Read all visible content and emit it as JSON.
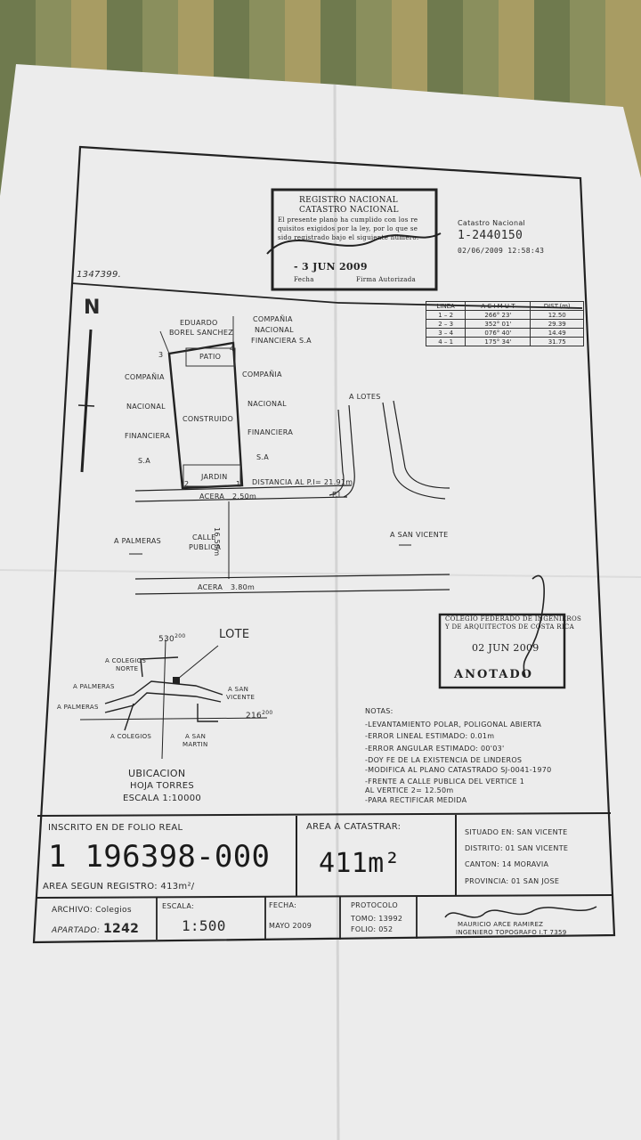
{
  "header": {
    "handwritten_number": "1347399.",
    "north_label": "N",
    "catastro_label": "Catastro Nacional",
    "catastro_number": "1-2440150",
    "catastro_datetime": "02/06/2009 12:58:43"
  },
  "registro_stamp": {
    "line1": "REGISTRO NACIONAL",
    "line2": "CATASTRO NACIONAL",
    "text1": "El presente plano ha cumplido con los re",
    "text2": "quisitos exigidos por la ley, por lo que se",
    "text3": "sido registrado bajo el siguiente número:",
    "date": "- 3 JUN 2009",
    "fecha_label": "Fecha",
    "firma_label": "Firma Autorizada"
  },
  "lines_table": {
    "headers": [
      "LINEA",
      "A C I M U T",
      "DIST.(m)"
    ],
    "rows": [
      [
        "1 – 2",
        "266° 23'",
        "12.50"
      ],
      [
        "2 – 3",
        "352° 01'",
        "29.39"
      ],
      [
        "3 – 4",
        "076° 40'",
        "14.49"
      ],
      [
        "4 – 1",
        "175° 34'",
        "31.75"
      ]
    ]
  },
  "plan": {
    "owner_top_1": "EDUARDO",
    "owner_top_2": "BOREL SANCHEZ",
    "cia_top_1": "COMPAÑIA",
    "cia_top_2": "NACIONAL",
    "cia_top_3": "FINANCIERA S.A",
    "left_1": "COMPAÑIA",
    "left_2": "NACIONAL",
    "left_3": "FINANCIERA",
    "left_4": "S.A",
    "right_1": "COMPAÑIA",
    "right_2": "NACIONAL",
    "right_3": "FINANCIERA",
    "right_4": "S.A",
    "patio": "PATIO",
    "construido": "CONSTRUIDO",
    "jardin": "JARDIN",
    "v1": "1",
    "v2": "2",
    "v3": "3",
    "v4": "4",
    "distancia": "DISTANCIA AL P.I= 21.91m",
    "a_lotes": "A LOTES",
    "pi": "P.I",
    "acera_top": "ACERA",
    "acera_top_w": "2.50m",
    "a_palmeras": "A PALMERAS",
    "calle": "CALLE",
    "publica": "PUBLICA",
    "calle_w": "16.50m",
    "a_san_vicente": "A SAN VICENTE",
    "acera_bot": "ACERA",
    "acera_bot_w": "3.80m"
  },
  "location_map": {
    "lote": "LOTE",
    "coord_x": "530",
    "coord_x_sup": "200",
    "coord_y": "216",
    "coord_y_sup": "200",
    "colegios_norte_1": "A COLEGIOS",
    "colegios_norte_2": "NORTE",
    "palmeras_1": "A PALMERAS",
    "palmeras_2": "A PALMERAS",
    "san_vicente_1": "A SAN",
    "san_vicente_2": "VICENTE",
    "colegios": "A COLEGIOS",
    "san_martin_1": "A SAN",
    "san_martin_2": "MARTIN",
    "ubicacion": "UBICACION",
    "hoja": "HOJA TORRES",
    "escala": "ESCALA 1:10000"
  },
  "colegio_stamp": {
    "line1": "COLEGIO FEDERADO DE INGENIEROS",
    "line2": "Y DE ARQUITECTOS DE COSTA RICA",
    "date": "02 JUN 2009",
    "anotado": "ANOTADO"
  },
  "notas": {
    "title": "NOTAS:",
    "items": [
      "-LEVANTAMIENTO POLAR, POLIGONAL ABIERTA",
      "-ERROR LINEAL ESTIMADO: 0.01m",
      "-ERROR ANGULAR ESTIMADO: 00'03'",
      "-DOY FE DE LA EXISTENCIA DE LINDEROS",
      "-MODIFICA AL PLANO CATASTRADO SJ-0041-1970",
      "-FRENTE A CALLE PUBLICA DEL VERTICE 1",
      " AL VERTICE 2= 12.50m",
      "-PARA RECTIFICAR MEDIDA"
    ]
  },
  "title_block": {
    "inscrito_label": "INSCRITO EN DE FOLIO REAL",
    "folio_real": "1 196398-000",
    "area_registro": "AREA SEGUN REGISTRO: 413m²/",
    "area_catastrar_label": "AREA A CATASTRAR:",
    "area_catastrar": "411m²",
    "situado": "SITUADO EN: SAN VICENTE",
    "distrito": "DISTRITO: 01 SAN VICENTE",
    "canton": "CANTON: 14 MORAVIA",
    "provincia": "PROVINCIA: 01 SAN JOSE",
    "archivo": "ARCHIVO: Colegios",
    "apartado_label": "APARTADO:",
    "apartado": "1242",
    "escala_label": "ESCALA:",
    "escala": "1:500",
    "fecha_label": "FECHA:",
    "fecha": "MAYO 2009",
    "protocolo_label": "PROTOCOLO",
    "tomo": "TOMO: 13992",
    "folio": "FOLIO: 052",
    "engineer": "MAURICIO ARCE RAMIREZ",
    "engineer_title": "INGENIERO TOPOGRAFO I.T 7359"
  }
}
